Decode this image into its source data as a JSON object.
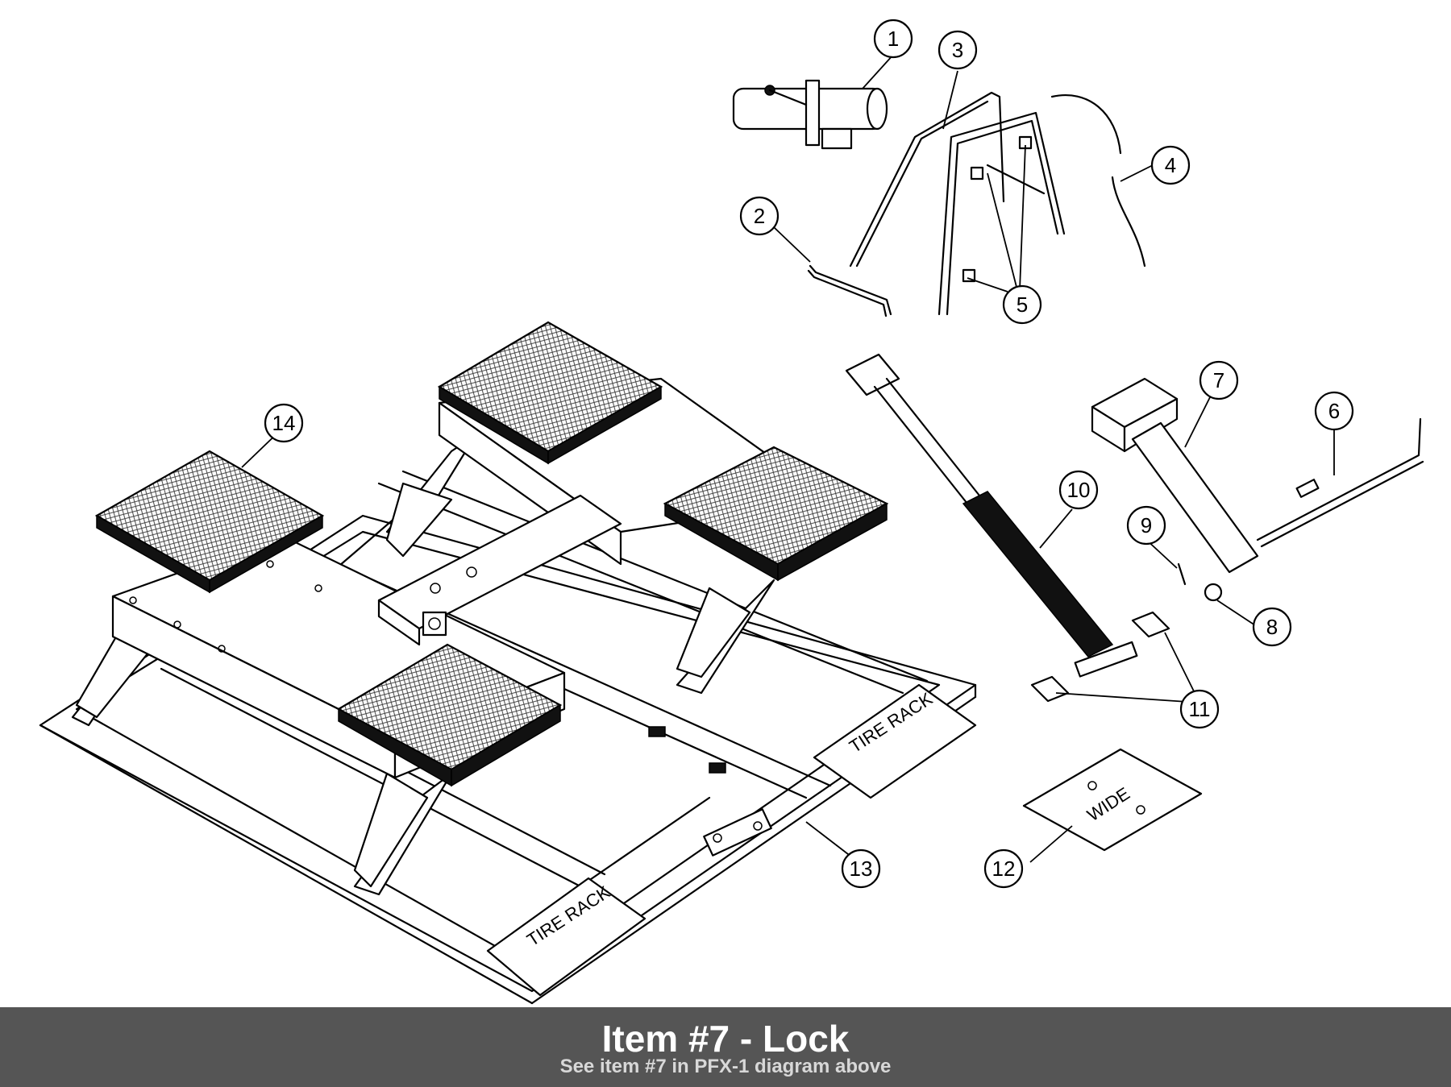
{
  "diagram": {
    "callouts": [
      "1",
      "2",
      "3",
      "4",
      "5",
      "6",
      "7",
      "8",
      "9",
      "10",
      "11",
      "12",
      "13",
      "14"
    ],
    "stamps": {
      "tire_rack": "TIRE RACK",
      "wide": "WIDE"
    }
  },
  "caption": {
    "title": "Item #7 - Lock",
    "subtitle": "See item #7 in PFX-1 diagram above"
  },
  "colors": {
    "caption_bar": "#555555",
    "line": "#000000"
  }
}
